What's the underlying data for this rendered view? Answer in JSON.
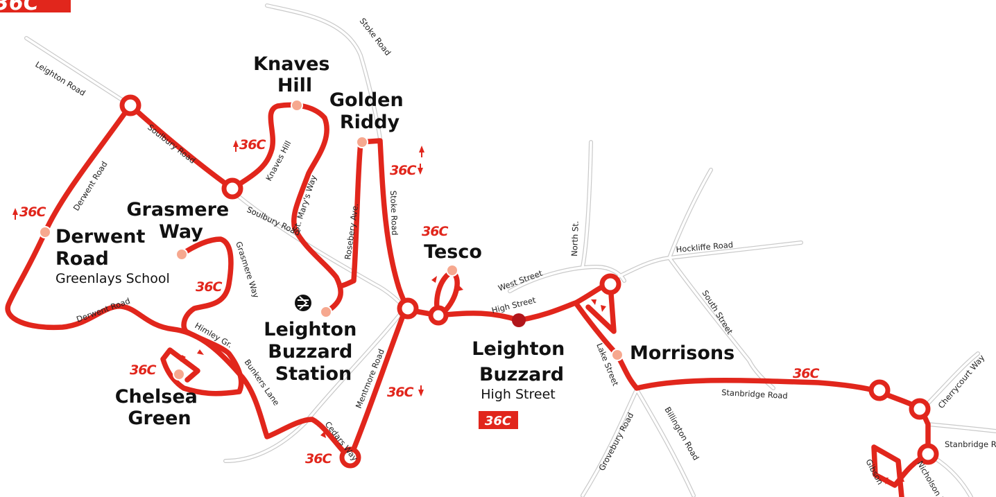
{
  "route": {
    "number": "36C",
    "color": "#e1261c"
  },
  "places": {
    "knaves_hill": [
      "Knaves",
      "Hill"
    ],
    "golden_riddy": [
      "Golden",
      "Riddy"
    ],
    "grasmere_way": [
      "Grasmere",
      "Way"
    ],
    "derwent_road": [
      "Derwent",
      "Road"
    ],
    "derwent_road_sub": "Greenlays School",
    "tesco": "Tesco",
    "station": [
      "Leighton",
      "Buzzard",
      "Station"
    ],
    "leighton_buzzard": [
      "Leighton",
      "Buzzard"
    ],
    "leighton_buzzard_sub": "High Street",
    "morrisons": "Morrisons",
    "chelsea_green": [
      "Chelsea",
      "Green"
    ]
  },
  "roads": {
    "leighton_road": "Leighton Road",
    "soulbury_road_1": "Soulbury Road",
    "soulbury_road_2": "Soulbury Road",
    "knaves_hill": "Knaves Hill",
    "st_marys_way": "St. Mary's Way",
    "rosebery_ave": "Rosebery Ave.",
    "stoke_road_1": "Stoke Road",
    "stoke_road_2": "Stoke Road",
    "derwent_road_1": "Derwent Road",
    "derwent_road_2": "Derwent Road",
    "grasmere_way": "Grasmere Way",
    "himley_gr": "Himley Gr.",
    "bunkers_lane": "Bunkers Lane",
    "mentmore_road": "Mentmore Road",
    "cedars_way": "Cedars Way",
    "north_st": "North St.",
    "west_street": "West Street",
    "high_street": "High Street",
    "hockliffe_road": "Hockliffe Road",
    "south_street": "South Street",
    "lake_street": "Lake Street",
    "grovebury_road": "Grovebury Road",
    "billington_road": "Billington Road",
    "stanbridge_road_1": "Stanbridge Road",
    "stanbridge_road_2": "Stanbridge Road",
    "cherrycourt_way": "Cherrycourt Way",
    "nicholson_drive": "Nicholson Drive",
    "gibson": "Gibson"
  },
  "icons": {
    "rail": "national-rail-icon"
  }
}
